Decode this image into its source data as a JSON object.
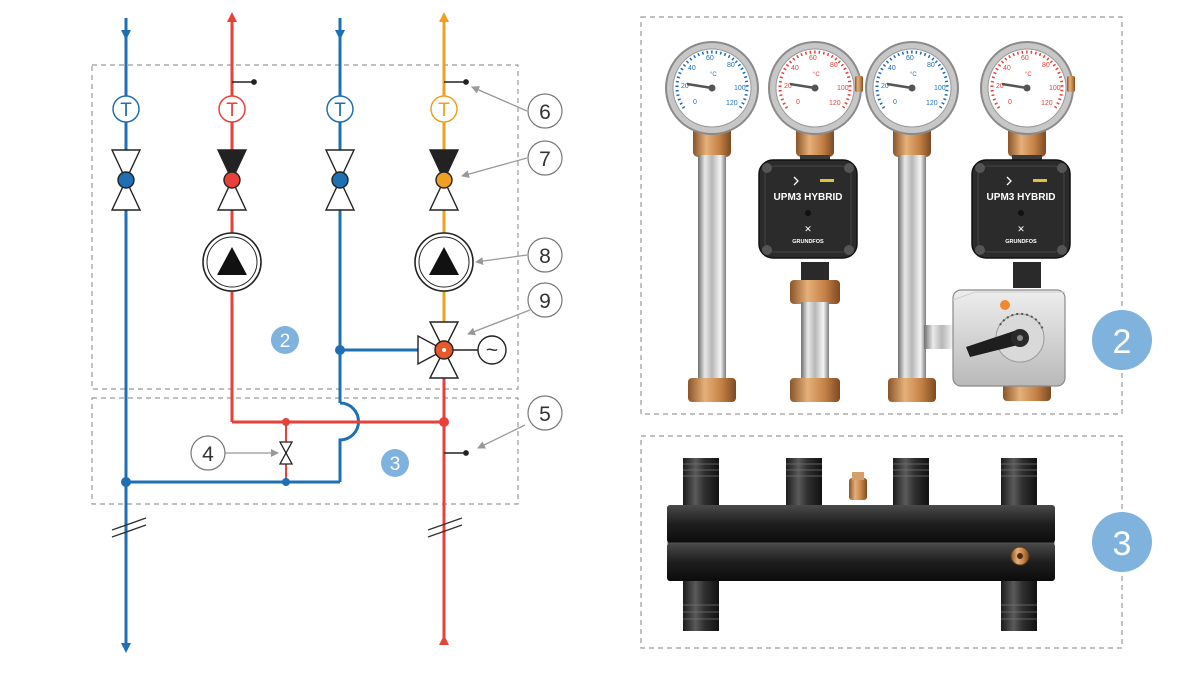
{
  "callouts": {
    "c4": "4",
    "c5": "5",
    "c6": "6",
    "c7": "7",
    "c8": "8",
    "c9": "9"
  },
  "zones": {
    "z2": "2",
    "z3": "3"
  },
  "symbols": {
    "thermometer_letter": "T",
    "actuator_symbol": "~"
  },
  "product": {
    "pump_model": "UPM3 HYBRID",
    "pump_brand": "GRUNDFOS",
    "gauge_scale": [
      "0",
      "20",
      "40",
      "60",
      "80",
      "100",
      "120"
    ],
    "gauge_unit": "°C"
  },
  "colors": {
    "cold": "#1f6fb5",
    "hot": "#e8413a",
    "mixed": "#f0a020",
    "badge": "#7fb2dc",
    "pump_body": "#2b2b2b",
    "brass": "#c9854f"
  }
}
